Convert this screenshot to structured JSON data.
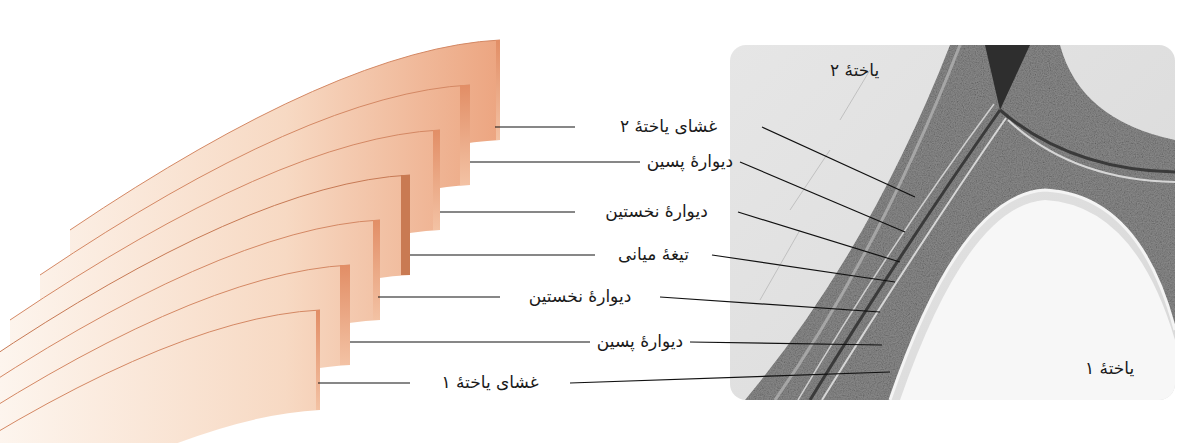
{
  "diagram": {
    "nodes": [
      {
        "text": [
          "یاختهٔ ۲",
          "یاختهٔ ۱"
        ]
      }
    ],
    "labels": [
      "غشای یاختهٔ ۲",
      "دیوارهٔ پسین",
      "دیوارهٔ نخستین",
      "تیغهٔ میانی",
      "دیوارهٔ نخستین",
      "دیوارهٔ پسین",
      "غشای یاختهٔ ۱"
    ]
  }
}
